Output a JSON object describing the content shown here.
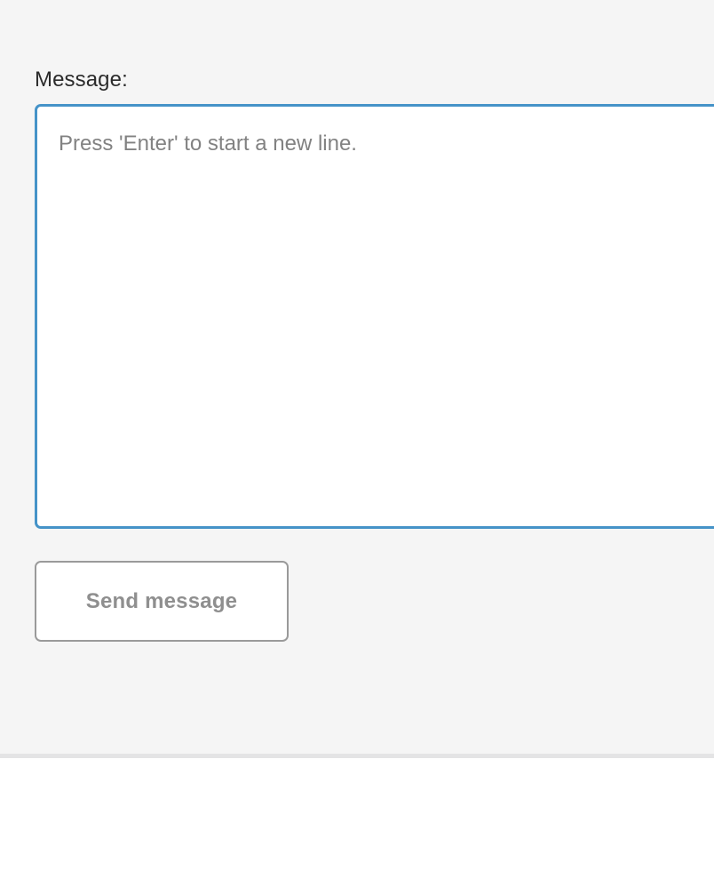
{
  "theme": {
    "panel_background": "#f5f5f5",
    "page_background": "#ffffff",
    "divider_color": "#e4e4e5",
    "focus_border_color": "#4593c8",
    "button_border_color": "#9a9a9a",
    "button_text_color": "#8f8f8f",
    "label_text_color": "#2b2b2b",
    "placeholder_text_color": "#828282"
  },
  "compose": {
    "label": "Message:",
    "textarea": {
      "value": "",
      "placeholder": "Press 'Enter' to start a new line.",
      "focused": true
    },
    "send_button_label": "Send message"
  }
}
